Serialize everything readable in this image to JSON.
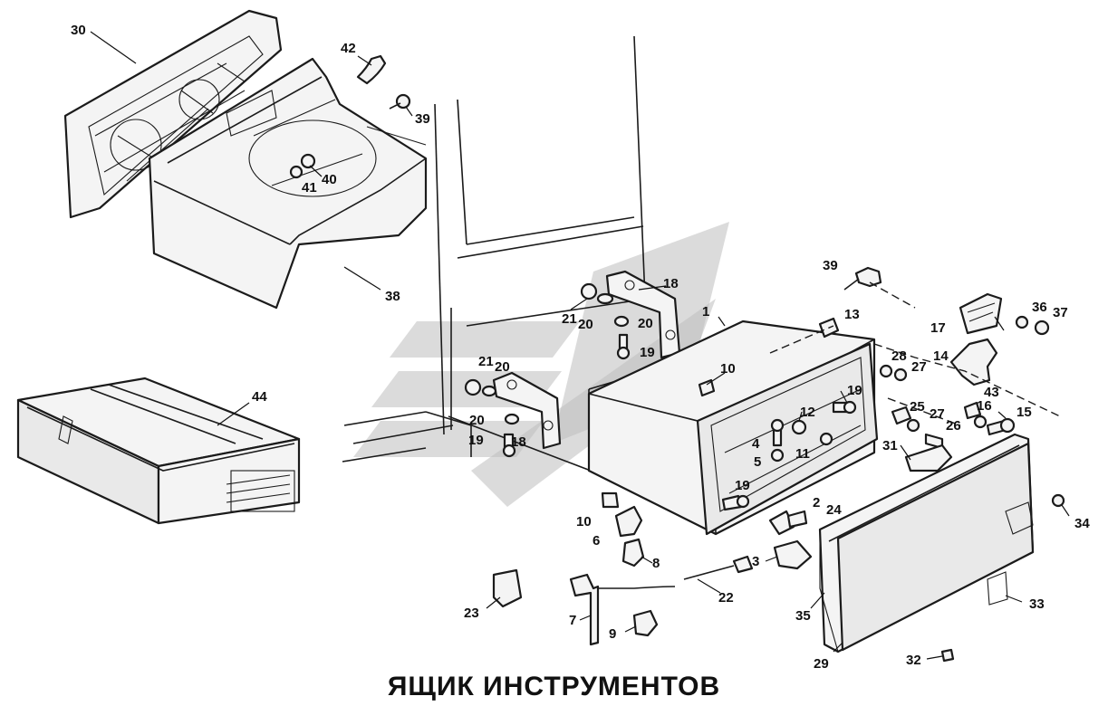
{
  "title": "ЯЩИК ИНСТРУМЕНТОВ",
  "callouts": [
    "30",
    "42",
    "39",
    "40",
    "41",
    "38",
    "44",
    "18",
    "21",
    "20",
    "20",
    "19",
    "21",
    "20",
    "20",
    "19",
    "18",
    "1",
    "10",
    "12",
    "4",
    "5",
    "11",
    "19",
    "19",
    "10",
    "6",
    "8",
    "7",
    "9",
    "23",
    "22",
    "2",
    "24",
    "3",
    "39",
    "13",
    "28",
    "27",
    "25",
    "27",
    "26",
    "31",
    "17",
    "36",
    "37",
    "14",
    "43",
    "16",
    "15",
    "34",
    "33",
    "35",
    "29",
    "32"
  ]
}
